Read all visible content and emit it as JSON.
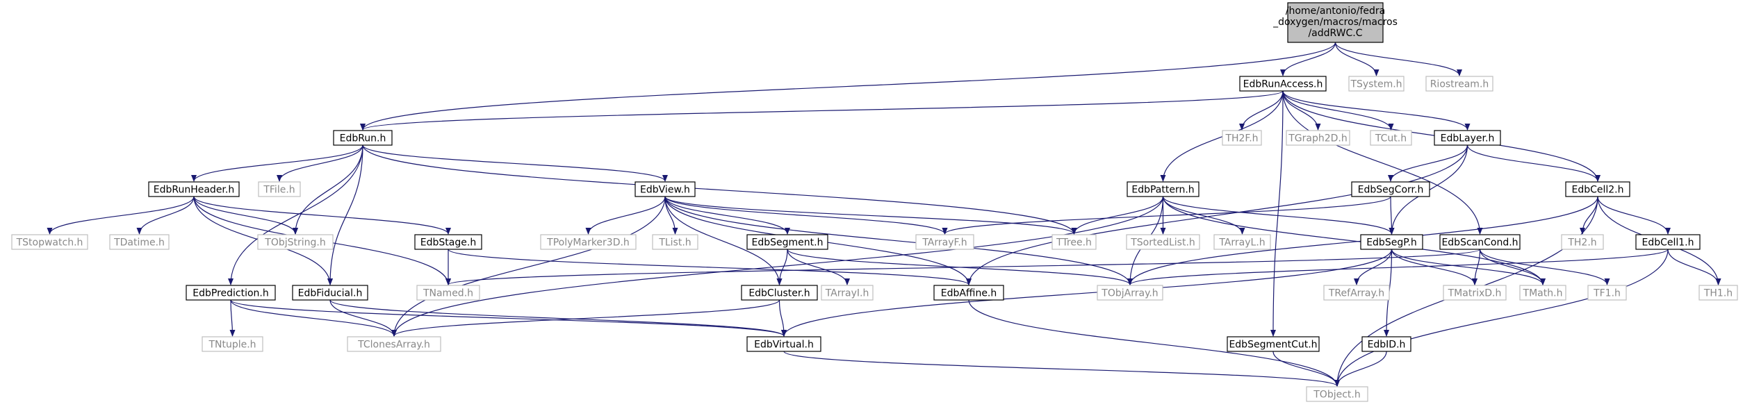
{
  "graph": {
    "root": [
      "/home/antonio/fedra",
      "_doxygen/macros/macros",
      "/addRWC.C"
    ],
    "nodes": {
      "EdbRunAccess": "EdbRunAccess.h",
      "TSystem": "TSystem.h",
      "Riostream": "Riostream.h",
      "EdbRun": "EdbRun.h",
      "TH2F": "TH2F.h",
      "TGraph2D": "TGraph2D.h",
      "TCut": "TCut.h",
      "EdbLayer": "EdbLayer.h",
      "TFile": "TFile.h",
      "EdbRunHeader": "EdbRunHeader.h",
      "EdbView": "EdbView.h",
      "EdbPattern": "EdbPattern.h",
      "EdbSegCorr": "EdbSegCorr.h",
      "EdbCell2": "EdbCell2.h",
      "TStopwatch": "TStopwatch.h",
      "TDatime": "TDatime.h",
      "TObjString": "TObjString.h",
      "EdbStage": "EdbStage.h",
      "TPolyMarker3D": "TPolyMarker3D.h",
      "TList": "TList.h",
      "EdbSegment": "EdbSegment.h",
      "TArrayF": "TArrayF.h",
      "TTree": "TTree.h",
      "TSortedList": "TSortedList.h",
      "TArrayL": "TArrayL.h",
      "EdbSegP": "EdbSegP.h",
      "EdbScanCond": "EdbScanCond.h",
      "TH2": "TH2.h",
      "EdbCell1": "EdbCell1.h",
      "EdbPrediction": "EdbPrediction.h",
      "EdbFiducial": "EdbFiducial.h",
      "TNamed": "TNamed.h",
      "EdbCluster": "EdbCluster.h",
      "TArrayI": "TArrayI.h",
      "EdbAffine": "EdbAffine.h",
      "TObjArray": "TObjArray.h",
      "TRefArray": "TRefArray.h",
      "TMatrixD": "TMatrixD.h",
      "TMath": "TMath.h",
      "TF1": "TF1.h",
      "TH1": "TH1.h",
      "TNtuple": "TNtuple.h",
      "TClonesArray": "TClonesArray.h",
      "EdbVirtual": "EdbVirtual.h",
      "EdbSegmentCut": "EdbSegmentCut.h",
      "EdbID": "EdbID.h",
      "TObject": "TObject.h"
    },
    "edges": [
      [
        "ROOT",
        "EdbRunAccess"
      ],
      [
        "ROOT",
        "TSystem"
      ],
      [
        "ROOT",
        "Riostream"
      ],
      [
        "ROOT",
        "EdbRun"
      ],
      [
        "EdbRunAccess",
        "EdbRun"
      ],
      [
        "EdbRunAccess",
        "TH2F"
      ],
      [
        "EdbRunAccess",
        "TGraph2D"
      ],
      [
        "EdbRunAccess",
        "TCut"
      ],
      [
        "EdbRunAccess",
        "EdbLayer"
      ],
      [
        "EdbRunAccess",
        "EdbPattern"
      ],
      [
        "EdbRunAccess",
        "EdbCell2"
      ],
      [
        "EdbRunAccess",
        "EdbScanCond"
      ],
      [
        "EdbRunAccess",
        "EdbSegmentCut"
      ],
      [
        "EdbRun",
        "EdbRunHeader"
      ],
      [
        "EdbRun",
        "TFile"
      ],
      [
        "EdbRun",
        "TObjString"
      ],
      [
        "EdbRun",
        "EdbView"
      ],
      [
        "EdbRun",
        "TTree"
      ],
      [
        "EdbRun",
        "EdbPrediction"
      ],
      [
        "EdbRun",
        "EdbFiducial"
      ],
      [
        "EdbLayer",
        "EdbSegCorr"
      ],
      [
        "EdbLayer",
        "EdbCell2"
      ],
      [
        "EdbLayer",
        "EdbSegP"
      ],
      [
        "EdbLayer",
        "EdbAffine"
      ],
      [
        "EdbRunHeader",
        "TStopwatch"
      ],
      [
        "EdbRunHeader",
        "TDatime"
      ],
      [
        "EdbRunHeader",
        "TObjString"
      ],
      [
        "EdbRunHeader",
        "EdbStage"
      ],
      [
        "EdbRunHeader",
        "TNamed"
      ],
      [
        "EdbRunHeader",
        "EdbFiducial"
      ],
      [
        "EdbView",
        "TPolyMarker3D"
      ],
      [
        "EdbView",
        "TList"
      ],
      [
        "EdbView",
        "EdbSegment"
      ],
      [
        "EdbView",
        "TArrayF"
      ],
      [
        "EdbView",
        "TClonesArray"
      ],
      [
        "EdbView",
        "EdbCluster"
      ],
      [
        "EdbView",
        "TObjArray"
      ],
      [
        "EdbView",
        "EdbAffine"
      ],
      [
        "EdbView",
        "TTree"
      ],
      [
        "EdbPattern",
        "TTree"
      ],
      [
        "EdbPattern",
        "TSortedList"
      ],
      [
        "EdbPattern",
        "TArrayL"
      ],
      [
        "EdbPattern",
        "EdbSegP"
      ],
      [
        "EdbPattern",
        "TObjArray"
      ],
      [
        "EdbPattern",
        "TClonesArray"
      ],
      [
        "EdbPattern",
        "TMath"
      ],
      [
        "EdbSegCorr",
        "TArrayF"
      ],
      [
        "EdbSegCorr",
        "EdbSegP"
      ],
      [
        "EdbCell2",
        "TH2"
      ],
      [
        "EdbCell2",
        "EdbCell1"
      ],
      [
        "EdbCell2",
        "TObjArray"
      ],
      [
        "EdbCell2",
        "TH1"
      ],
      [
        "EdbCell2",
        "TObject"
      ],
      [
        "EdbStage",
        "TNamed"
      ],
      [
        "EdbStage",
        "EdbAffine"
      ],
      [
        "EdbSegment",
        "EdbCluster"
      ],
      [
        "EdbSegment",
        "TArrayI"
      ],
      [
        "EdbSegment",
        "TObjArray"
      ],
      [
        "EdbSegP",
        "TRefArray"
      ],
      [
        "EdbSegP",
        "EdbID"
      ],
      [
        "EdbSegP",
        "TMatrixD"
      ],
      [
        "EdbSegP",
        "TMath"
      ],
      [
        "EdbSegP",
        "EdbVirtual"
      ],
      [
        "EdbScanCond",
        "TNamed"
      ],
      [
        "EdbScanCond",
        "TMatrixD"
      ],
      [
        "EdbScanCond",
        "TMath"
      ],
      [
        "EdbScanCond",
        "TF1"
      ],
      [
        "EdbCell1",
        "TObjArray"
      ],
      [
        "EdbCell1",
        "TH1"
      ],
      [
        "EdbCell1",
        "TObject"
      ],
      [
        "EdbPrediction",
        "TNtuple"
      ],
      [
        "EdbPrediction",
        "TClonesArray"
      ],
      [
        "EdbPrediction",
        "EdbVirtual"
      ],
      [
        "EdbFiducial",
        "TClonesArray"
      ],
      [
        "EdbFiducial",
        "EdbVirtual"
      ],
      [
        "EdbCluster",
        "EdbVirtual"
      ],
      [
        "EdbCluster",
        "TClonesArray"
      ],
      [
        "EdbAffine",
        "TObject"
      ],
      [
        "EdbVirtual",
        "TObject"
      ],
      [
        "EdbSegmentCut",
        "TObject"
      ],
      [
        "EdbID",
        "TObject"
      ]
    ]
  }
}
